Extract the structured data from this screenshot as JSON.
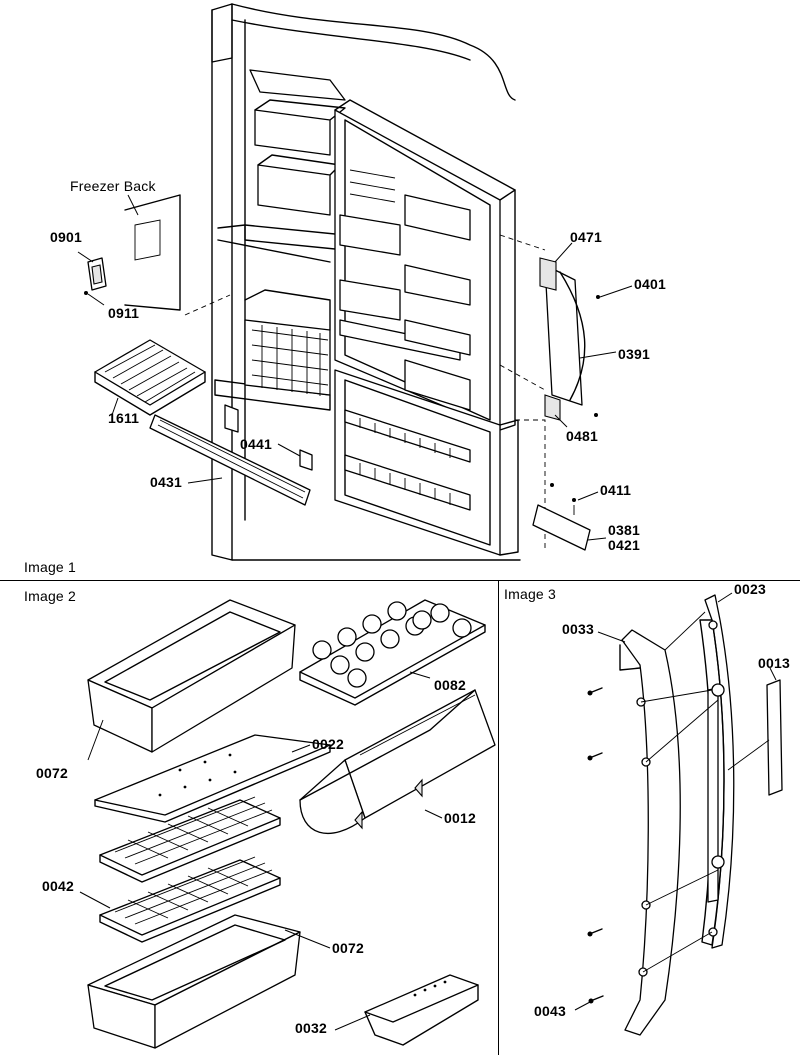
{
  "panels": {
    "image1": "Image 1",
    "image2": "Image 2",
    "image3": "Image 3"
  },
  "callouts": {
    "freezer_back": "Freezer Back",
    "p0901": "0901",
    "p0911": "0911",
    "p1611": "1611",
    "p0431": "0431",
    "p0441": "0441",
    "p0471": "0471",
    "p0401": "0401",
    "p0391": "0391",
    "p0481": "0481",
    "p0411": "0411",
    "p0381": "0381",
    "p0421": "0421",
    "p0072a": "0072",
    "p0022": "0022",
    "p0082": "0082",
    "p0012": "0012",
    "p0042": "0042",
    "p0072b": "0072",
    "p0032": "0032",
    "p0033": "0033",
    "p0023": "0023",
    "p0013": "0013",
    "p0043": "0043"
  }
}
